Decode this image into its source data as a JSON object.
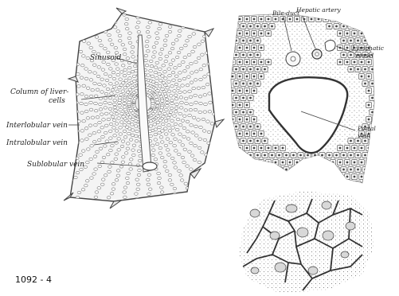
{
  "figure_number": "1092 - 4",
  "lobule": {
    "labels": {
      "sinusoid": "Sinusoid",
      "column_line1": "Column of liver-",
      "column_line2": "cells",
      "interlobular": "Interlobular vein",
      "intralobular": "Intralobular vein",
      "sublobular": "Sublobular vein"
    }
  },
  "portal": {
    "labels": {
      "bile_duct": "Bile-duct",
      "hepatic_artery": "Hepatic artery",
      "lymphatic_line1": "Lymphatic",
      "lymphatic_line2": "vessel",
      "portal_line1": "Portal",
      "portal_line2": "vein"
    }
  },
  "colors": {
    "ink": "#333333",
    "paper": "#ffffff"
  }
}
